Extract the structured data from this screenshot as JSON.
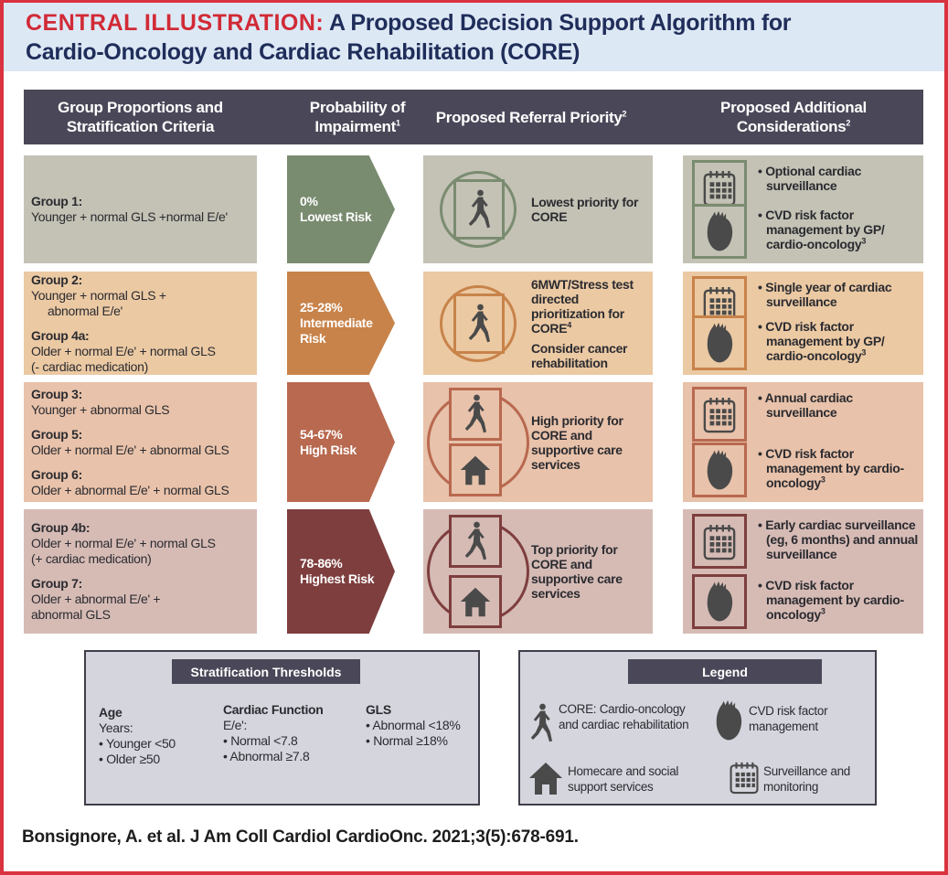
{
  "title": {
    "label": "CENTRAL ILLUSTRATION:",
    "text1": "A Proposed Decision Support Algorithm for",
    "text2": "Cardio-Oncology and Cardiac Rehabilitation (CORE)"
  },
  "headers": [
    {
      "text": "Group Proportions and Stratification Criteria",
      "sup": ""
    },
    {
      "text": "Probability of Impairment",
      "sup": "1"
    },
    {
      "text": "Proposed Referral Priority",
      "sup": "2"
    },
    {
      "text": "Proposed Additional Considerations",
      "sup": "2"
    }
  ],
  "colors": {
    "accent_red": "#d12a36",
    "navy": "#1f2d5a",
    "header": "#4a4858"
  },
  "rows": [
    {
      "bg": "#c3c2b5",
      "accent": "#7a8c70",
      "groups": [
        {
          "label": "Group 1:",
          "lines": [
            "Younger + normal GLS +normal E/e'"
          ]
        }
      ],
      "probability": "0%",
      "risk": [
        "Lowest Risk"
      ],
      "icons": [
        "runner-icon"
      ],
      "referral": [
        {
          "text": "Lowest priority for CORE",
          "sup": ""
        }
      ],
      "considerations": [
        {
          "icon": "calendar-icon",
          "text": "Optional cardiac surveillance",
          "sup": ""
        },
        {
          "icon": "heart-icon",
          "text": "CVD risk factor management by GP/ cardio-oncology",
          "sup": "3"
        }
      ]
    },
    {
      "bg": "#ebc9a3",
      "accent": "#c8834a",
      "groups": [
        {
          "label": "Group 2:",
          "lines": [
            "Younger + normal GLS +",
            "abnormal E/e'"
          ]
        },
        {
          "label": "Group 4a:",
          "lines": [
            "Older + normal E/e' + normal GLS",
            "(- cardiac medication)"
          ]
        }
      ],
      "probability": "25-28%",
      "risk": [
        "Intermediate",
        "Risk"
      ],
      "icons": [
        "runner-icon"
      ],
      "referral": [
        {
          "text": "6MWT/Stress test directed prioritization for CORE",
          "sup": "4"
        },
        {
          "text": "Consider cancer rehabilitation",
          "sup": ""
        }
      ],
      "considerations": [
        {
          "icon": "calendar-icon",
          "text": "Single year of cardiac surveillance",
          "sup": ""
        },
        {
          "icon": "heart-icon",
          "text": "CVD risk factor management by GP/ cardio-oncology",
          "sup": "3"
        }
      ]
    },
    {
      "bg": "#e8c2aa",
      "accent": "#b8694f",
      "groups": [
        {
          "label": "Group 3:",
          "lines": [
            "Younger + abnormal GLS"
          ]
        },
        {
          "label": "Group 5:",
          "lines": [
            "Older + normal E/e' + abnormal GLS"
          ]
        },
        {
          "label": "Group 6:",
          "lines": [
            "Older + abnormal E/e' + normal GLS"
          ]
        }
      ],
      "probability": "54-67%",
      "risk": [
        "High Risk"
      ],
      "icons": [
        "runner-icon",
        "house-icon"
      ],
      "referral": [
        {
          "text": "High priority for CORE and supportive care services",
          "sup": ""
        }
      ],
      "considerations": [
        {
          "icon": "calendar-icon",
          "text": "Annual cardiac surveillance",
          "sup": ""
        },
        {
          "icon": "heart-icon",
          "text": "CVD risk factor management by cardio-oncology",
          "sup": "3"
        }
      ]
    },
    {
      "bg": "#d6bbb5",
      "accent": "#7e3e3e",
      "groups": [
        {
          "label": "Group 4b:",
          "lines": [
            "Older + normal E/e' + normal GLS",
            "(+ cardiac medication)"
          ]
        },
        {
          "label": "Group 7:",
          "lines": [
            "Older + abnormal E/e' +",
            "abnormal GLS"
          ]
        }
      ],
      "probability": "78-86%",
      "risk": [
        "Highest Risk"
      ],
      "icons": [
        "runner-icon",
        "house-icon"
      ],
      "referral": [
        {
          "text": "Top priority for CORE and supportive care services",
          "sup": ""
        }
      ],
      "considerations": [
        {
          "icon": "calendar-icon",
          "text": "Early cardiac surveillance (eg, 6 months) and annual surveillance",
          "sup": ""
        },
        {
          "icon": "heart-icon",
          "text": "CVD risk factor management by cardio-oncology",
          "sup": "3"
        }
      ]
    }
  ],
  "thresholds": {
    "title": "Stratification Thresholds",
    "age": {
      "heading": "Age",
      "sub": "Years:",
      "items": [
        "• Younger <50",
        "• Older ≥50"
      ]
    },
    "cardiac": {
      "heading": "Cardiac Function",
      "sub": "E/e':",
      "items": [
        "• Normal <7.8",
        "• Abnormal ≥7.8"
      ]
    },
    "gls": {
      "heading": "GLS",
      "items": [
        "• Abnormal <18%",
        "• Normal ≥18%"
      ]
    }
  },
  "legend": {
    "title": "Legend",
    "items": [
      {
        "icon": "runner-icon",
        "text": "CORE: Cardio-oncology and cardiac rehabilitation"
      },
      {
        "icon": "heart-icon",
        "text": "CVD risk factor management"
      },
      {
        "icon": "house-icon",
        "text": "Homecare and social support services"
      },
      {
        "icon": "calendar-icon",
        "text": "Surveillance and monitoring"
      }
    ]
  },
  "citation": "Bonsignore, A. et al. J Am Coll Cardiol CardioOnc. 2021;3(5):678-691."
}
